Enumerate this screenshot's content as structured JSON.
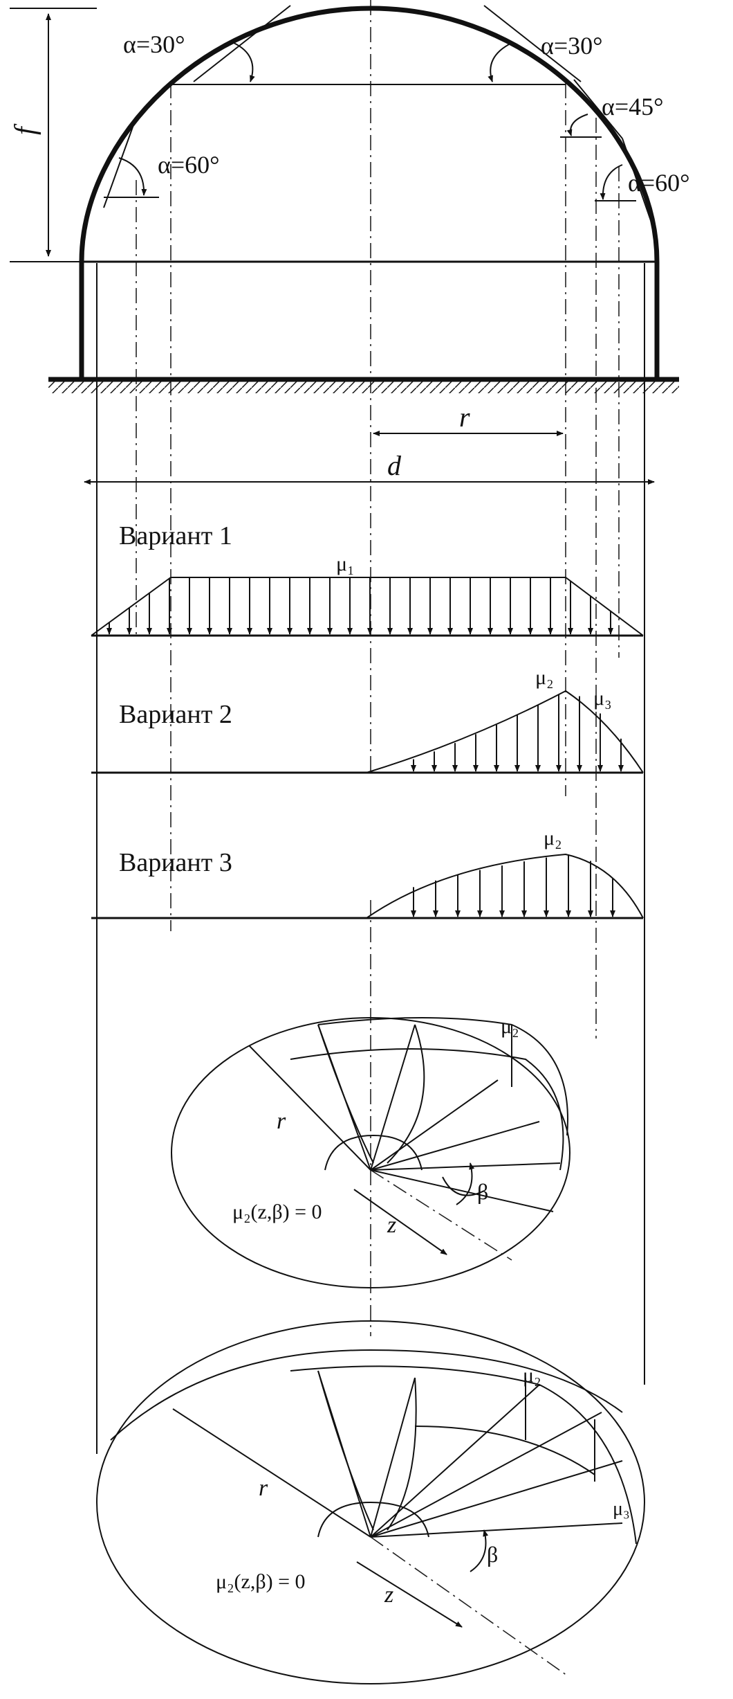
{
  "dome": {
    "f": "f",
    "angles": [
      "α=30°",
      "α=30°",
      "α=45°",
      "α=60°",
      "α=60°"
    ],
    "r": "r",
    "d": "d"
  },
  "variants": [
    {
      "title": "Вариант 1",
      "mu": "μ₁"
    },
    {
      "title": "Вариант 2",
      "mu_a": "μ₂",
      "mu_b": "μ₃"
    },
    {
      "title": "Вариант 3",
      "mu": "μ₂"
    }
  ],
  "plan1": {
    "mu": "μ₂",
    "r": "r",
    "beta": "β",
    "z": "z",
    "formula": "μ₂(z,β) = 0"
  },
  "plan2": {
    "mu_a": "μ₂",
    "mu_b": "μ₃",
    "r": "r",
    "beta": "β",
    "z": "z",
    "formula": "μ₂(z,β) = 0"
  }
}
